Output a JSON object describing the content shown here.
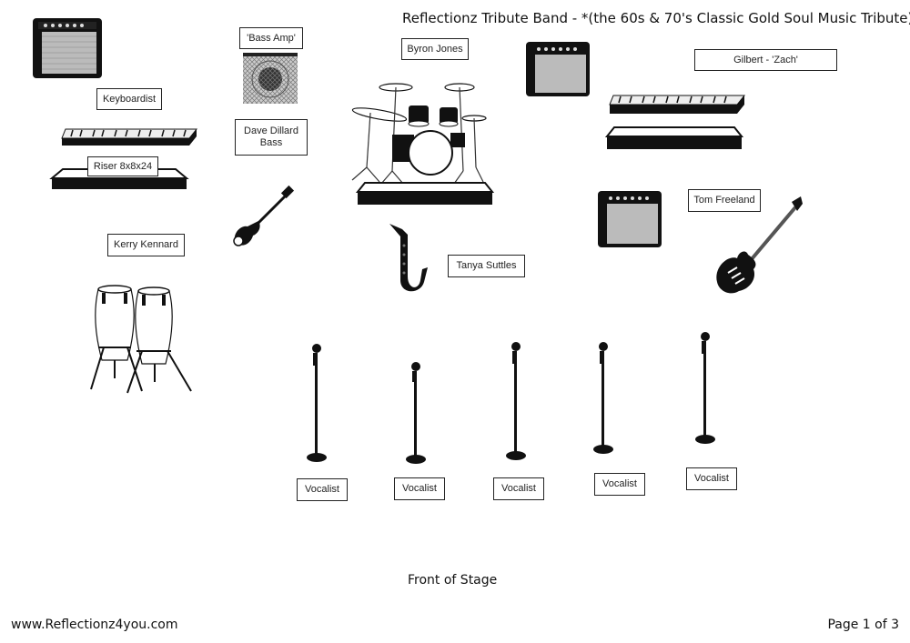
{
  "header": {
    "title": "Reflectionz Tribute Band - *(the 60s & 70's Classic Gold Soul Music Tribute)"
  },
  "labels": {
    "keyboardist": "Keyboardist",
    "riser": "Riser 8x8x24",
    "bass_amp": "'Bass Amp'",
    "bassist_name": "Dave Dillard",
    "bassist_role": "Bass",
    "drummer": "Byron Jones",
    "keys2": "Gilbert - 'Zach'",
    "guitarist": "Tom Freeland",
    "percussion": "Kerry Kennard",
    "sax": "Tanya Suttles"
  },
  "vocalists": [
    "Vocalist",
    "Vocalist",
    "Vocalist",
    "Vocalist",
    "Vocalist"
  ],
  "stage_front": "Front of Stage",
  "footer": {
    "website": "www.Reflectionz4you.com",
    "page": "Page 1 of 3"
  },
  "icons": [
    "guitar-amp-icon",
    "keyboard-icon",
    "riser-icon",
    "bass-amp-icon",
    "bass-guitar-icon",
    "drum-kit-icon",
    "electric-guitar-icon",
    "conga-drums-icon",
    "saxophone-icon",
    "microphone-stand-icon"
  ]
}
